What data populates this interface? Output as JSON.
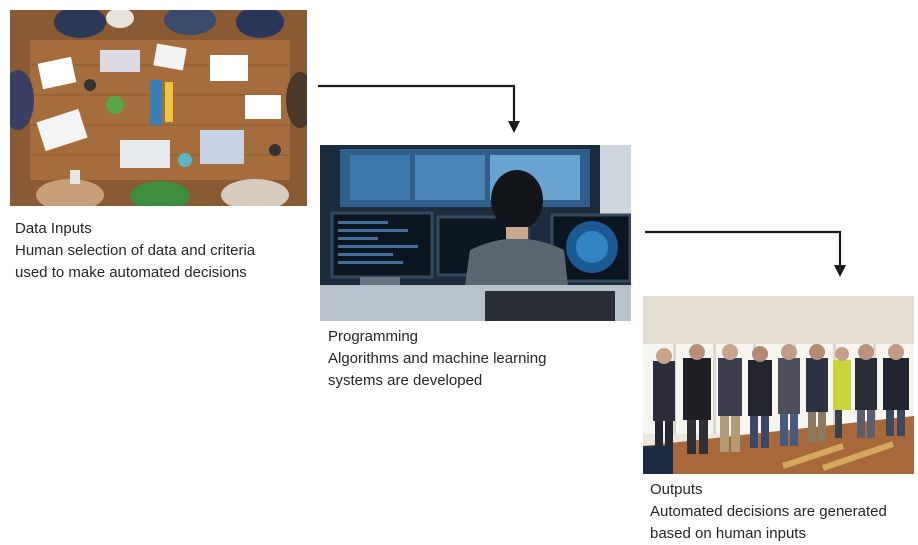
{
  "stages": [
    {
      "title": "Data Inputs",
      "description_lines": [
        "Human selection of data and criteria",
        "used to make automated decisions"
      ],
      "image": "team-meeting-table-photo"
    },
    {
      "title": "Programming",
      "description_lines": [
        "Algorithms and machine learning",
        "systems are developed"
      ],
      "image": "programmer-at-monitors-photo"
    },
    {
      "title": "Outputs",
      "description_lines": [
        "Automated decisions are generated",
        "based on human inputs"
      ],
      "image": "voters-at-booths-photo"
    }
  ],
  "connector_color": "#1a1a1a",
  "text_color": "#262626"
}
